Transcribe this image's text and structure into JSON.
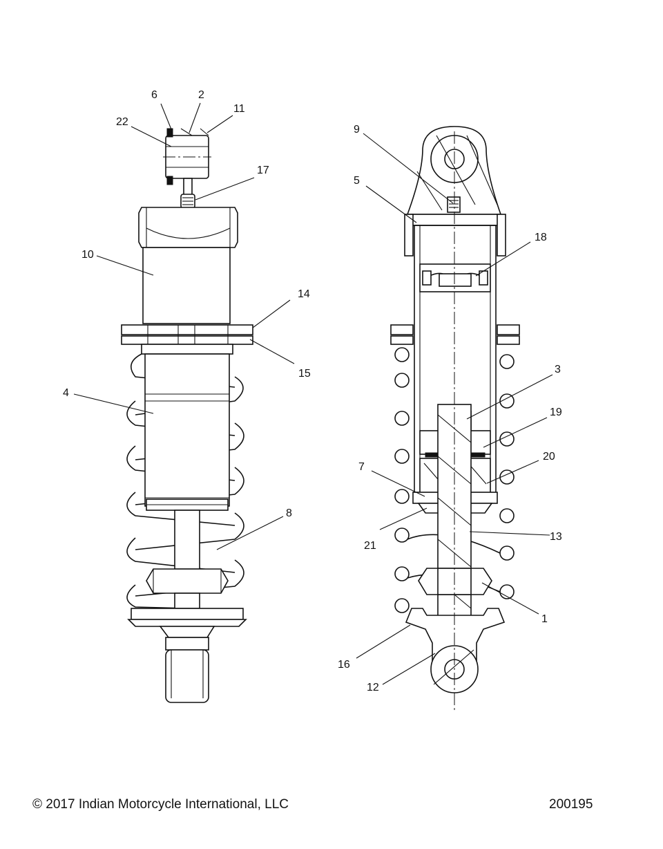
{
  "callouts": {
    "c1": "1",
    "c2": "2",
    "c3": "3",
    "c4": "4",
    "c5": "5",
    "c6": "6",
    "c7": "7",
    "c8": "8",
    "c9": "9",
    "c10": "10",
    "c11": "11",
    "c12": "12",
    "c13": "13",
    "c14": "14",
    "c15": "15",
    "c16": "16",
    "c17": "17",
    "c18": "18",
    "c19": "19",
    "c20": "20",
    "c21": "21",
    "c22": "22"
  },
  "footer": {
    "copyright": "© 2017 Indian Motorcycle International, LLC",
    "drawing_number": "200195"
  }
}
